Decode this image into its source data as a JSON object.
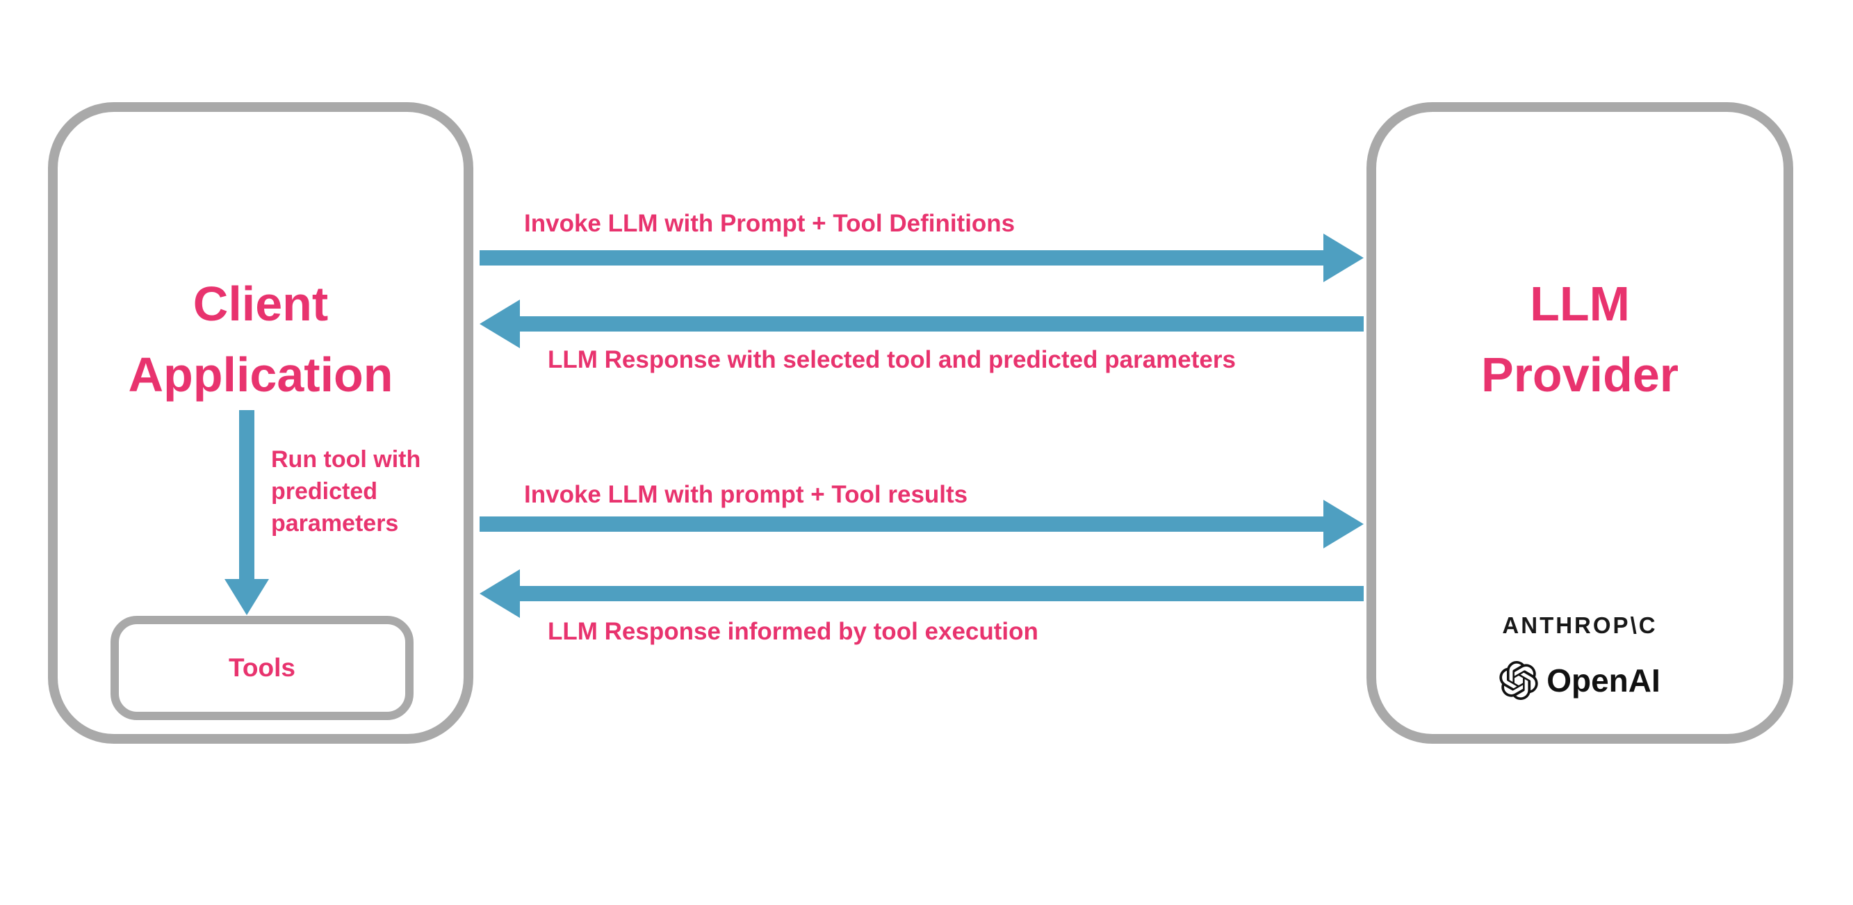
{
  "colors": {
    "accent_pink": "#e8336e",
    "arrow_blue": "#4e9fc1",
    "border_gray": "#a9a9a9",
    "logo_black": "#181818"
  },
  "client_box": {
    "title": "Client\nApplication",
    "run_tool_note": "Run tool with\npredicted\nparameters",
    "tools_label": "Tools"
  },
  "provider_box": {
    "title": "LLM\nProvider",
    "anthropic_logo_text": "ANTHROP\\C",
    "openai_logo_text": "OpenAI"
  },
  "arrows": [
    {
      "label": "Invoke LLM with Prompt + Tool Definitions",
      "direction": "right"
    },
    {
      "label": "LLM Response with selected tool and predicted parameters",
      "direction": "left"
    },
    {
      "label": "Invoke LLM with prompt + Tool results",
      "direction": "right"
    },
    {
      "label": "LLM Response informed by tool execution",
      "direction": "left"
    }
  ]
}
